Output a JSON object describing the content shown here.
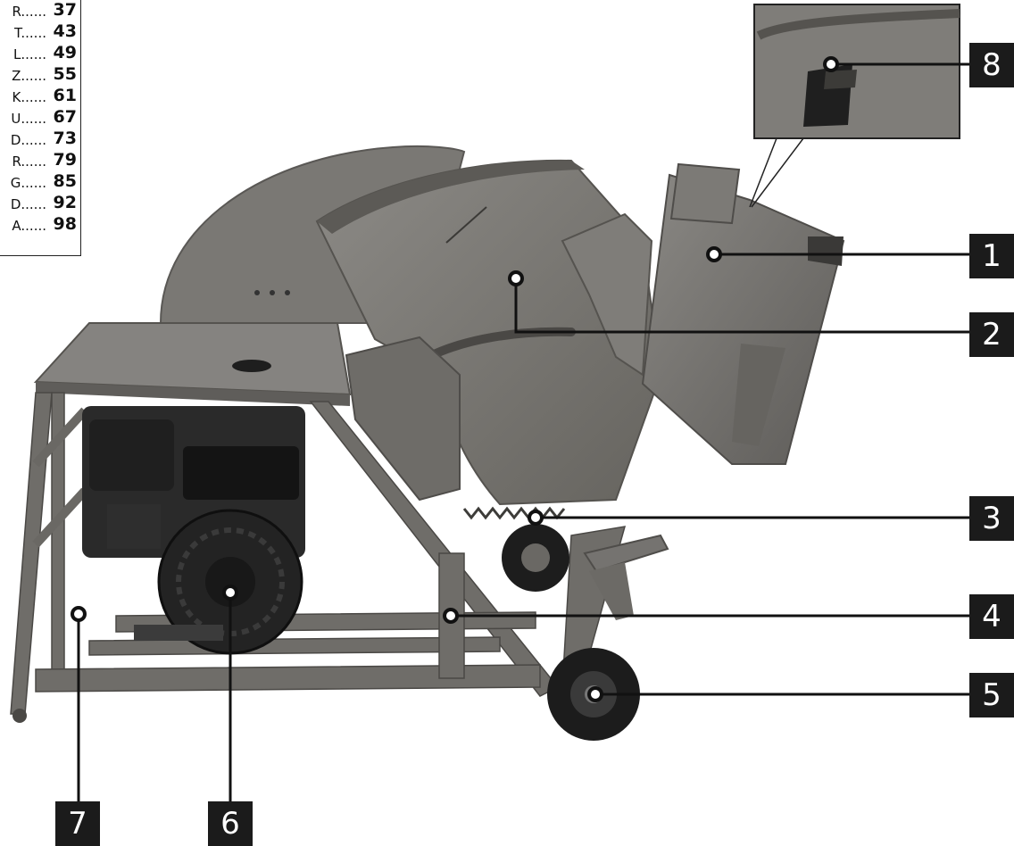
{
  "toc": [
    {
      "label": "R......",
      "page": "37"
    },
    {
      "label": "T......",
      "page": "43"
    },
    {
      "label": "L......",
      "page": "49"
    },
    {
      "label": "Z......",
      "page": "55"
    },
    {
      "label": "K......",
      "page": "61"
    },
    {
      "label": "U......",
      "page": "67"
    },
    {
      "label": "D......",
      "page": "73"
    },
    {
      "label": "R......",
      "page": "79"
    },
    {
      "label": "G......",
      "page": "85"
    },
    {
      "label": "D......",
      "page": "92"
    },
    {
      "label": "A......",
      "page": "98"
    }
  ],
  "callouts": [
    {
      "number": "1",
      "part": "blade-guard-cover"
    },
    {
      "number": "2",
      "part": "saw-blade"
    },
    {
      "number": "3",
      "part": "return-spring"
    },
    {
      "number": "4",
      "part": "cradle-pivot"
    },
    {
      "number": "5",
      "part": "transport-wheel"
    },
    {
      "number": "6",
      "part": "engine-recoil-starter"
    },
    {
      "number": "7",
      "part": "frame-foot-bracket"
    },
    {
      "number": "8",
      "part": "guard-switch"
    }
  ],
  "colors": {
    "machine_body": "#6f6d69",
    "machine_dark": "#4b4a47",
    "machine_light": "#8a8884",
    "engine": "#232323",
    "tire": "#1c1c1c",
    "callout_box": "#1b1b1b",
    "callout_text": "#ffffff",
    "leader_line": "#111111"
  }
}
